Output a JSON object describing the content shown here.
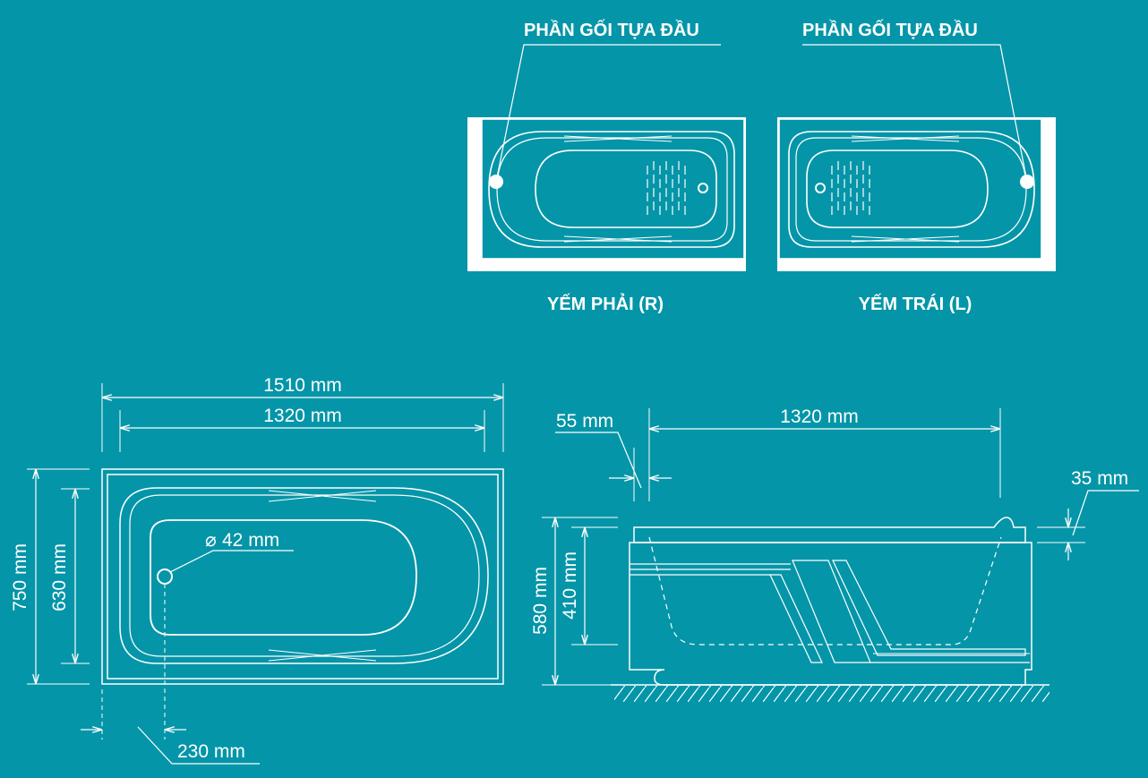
{
  "colors": {
    "background": "#0495a8",
    "line": "#ffffff"
  },
  "top_views": {
    "right": {
      "callout": "PHẦN GỐI TỰA ĐẦU",
      "caption": "YẾM PHẢI (R)"
    },
    "left": {
      "callout": "PHẦN GỐI TỰA ĐẦU",
      "caption": "YẾM TRÁI (L)"
    }
  },
  "plan_view": {
    "overall_length": "1510 mm",
    "inner_length": "1320 mm",
    "overall_width": "750 mm",
    "inner_width": "630 mm",
    "drain_diameter": "42 mm",
    "drain_diameter_symbol": "⌀",
    "drain_offset": "230 mm"
  },
  "side_view": {
    "rim_offset": "55 mm",
    "inner_length": "1320 mm",
    "rim_thickness": "35 mm",
    "total_height": "580 mm",
    "inner_depth": "410 mm"
  }
}
